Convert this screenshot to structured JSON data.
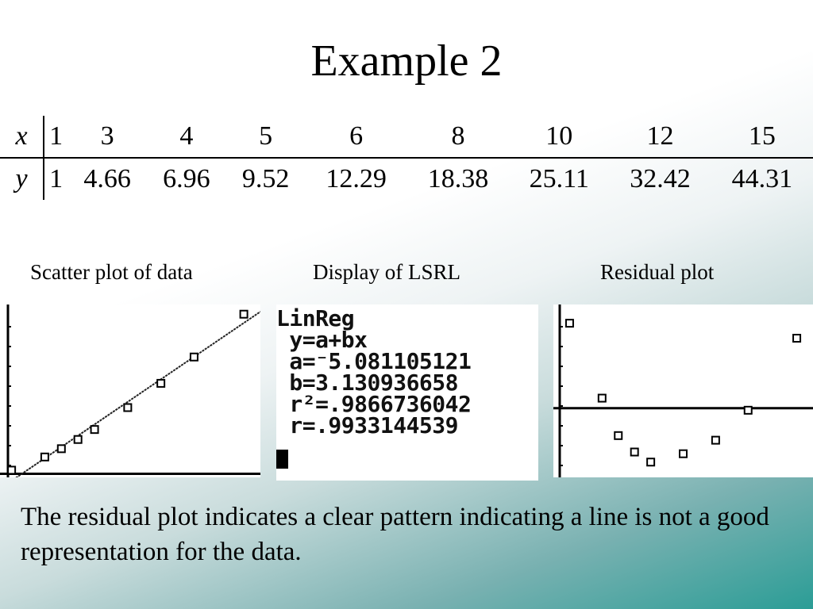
{
  "slide": {
    "title": "Example 2",
    "summary": "The residual plot indicates a clear pattern indicating a line is not a good representation for the data."
  },
  "table": {
    "x_label": "x",
    "y_label": "y",
    "x_values": [
      "1",
      "3",
      "4",
      "5",
      "6",
      "8",
      "10",
      "12",
      "15"
    ],
    "y_values": [
      "1",
      "4.66",
      "6.96",
      "9.52",
      "12.29",
      "18.38",
      "25.11",
      "32.42",
      "44.31"
    ]
  },
  "captions": {
    "scatter": "Scatter plot of data",
    "lsrl": "Display of LSRL",
    "residual": "Residual plot"
  },
  "lsrl_display": {
    "lines": [
      "LinReg",
      " y=a+bx",
      " a=⁻5.081105121",
      " b=3.130936658",
      " r²=.9866736042",
      " r=.9933144539"
    ]
  },
  "chart_data": [
    {
      "type": "scatter",
      "x": [
        1,
        3,
        4,
        5,
        6,
        8,
        10,
        12,
        15
      ],
      "y": [
        1,
        4.66,
        6.96,
        9.52,
        12.29,
        18.38,
        25.11,
        32.42,
        44.31
      ],
      "fit_line": {
        "intercept": -5.081105121,
        "slope": 3.130936658
      },
      "xlim": [
        0.3,
        16
      ],
      "ylim": [
        -1,
        47
      ],
      "grid": false,
      "marker": "hollow-square"
    },
    {
      "type": "scatter",
      "x": [
        1,
        3,
        4,
        5,
        6,
        8,
        10,
        12,
        15
      ],
      "y": [
        2.95,
        0.35,
        -0.95,
        -1.52,
        -1.87,
        -1.58,
        -1.11,
        -0.07,
        2.43
      ],
      "xlim": [
        0,
        16
      ],
      "ylim": [
        -2.4,
        3.6
      ],
      "zero_line": true,
      "grid": false,
      "marker": "hollow-square"
    }
  ]
}
